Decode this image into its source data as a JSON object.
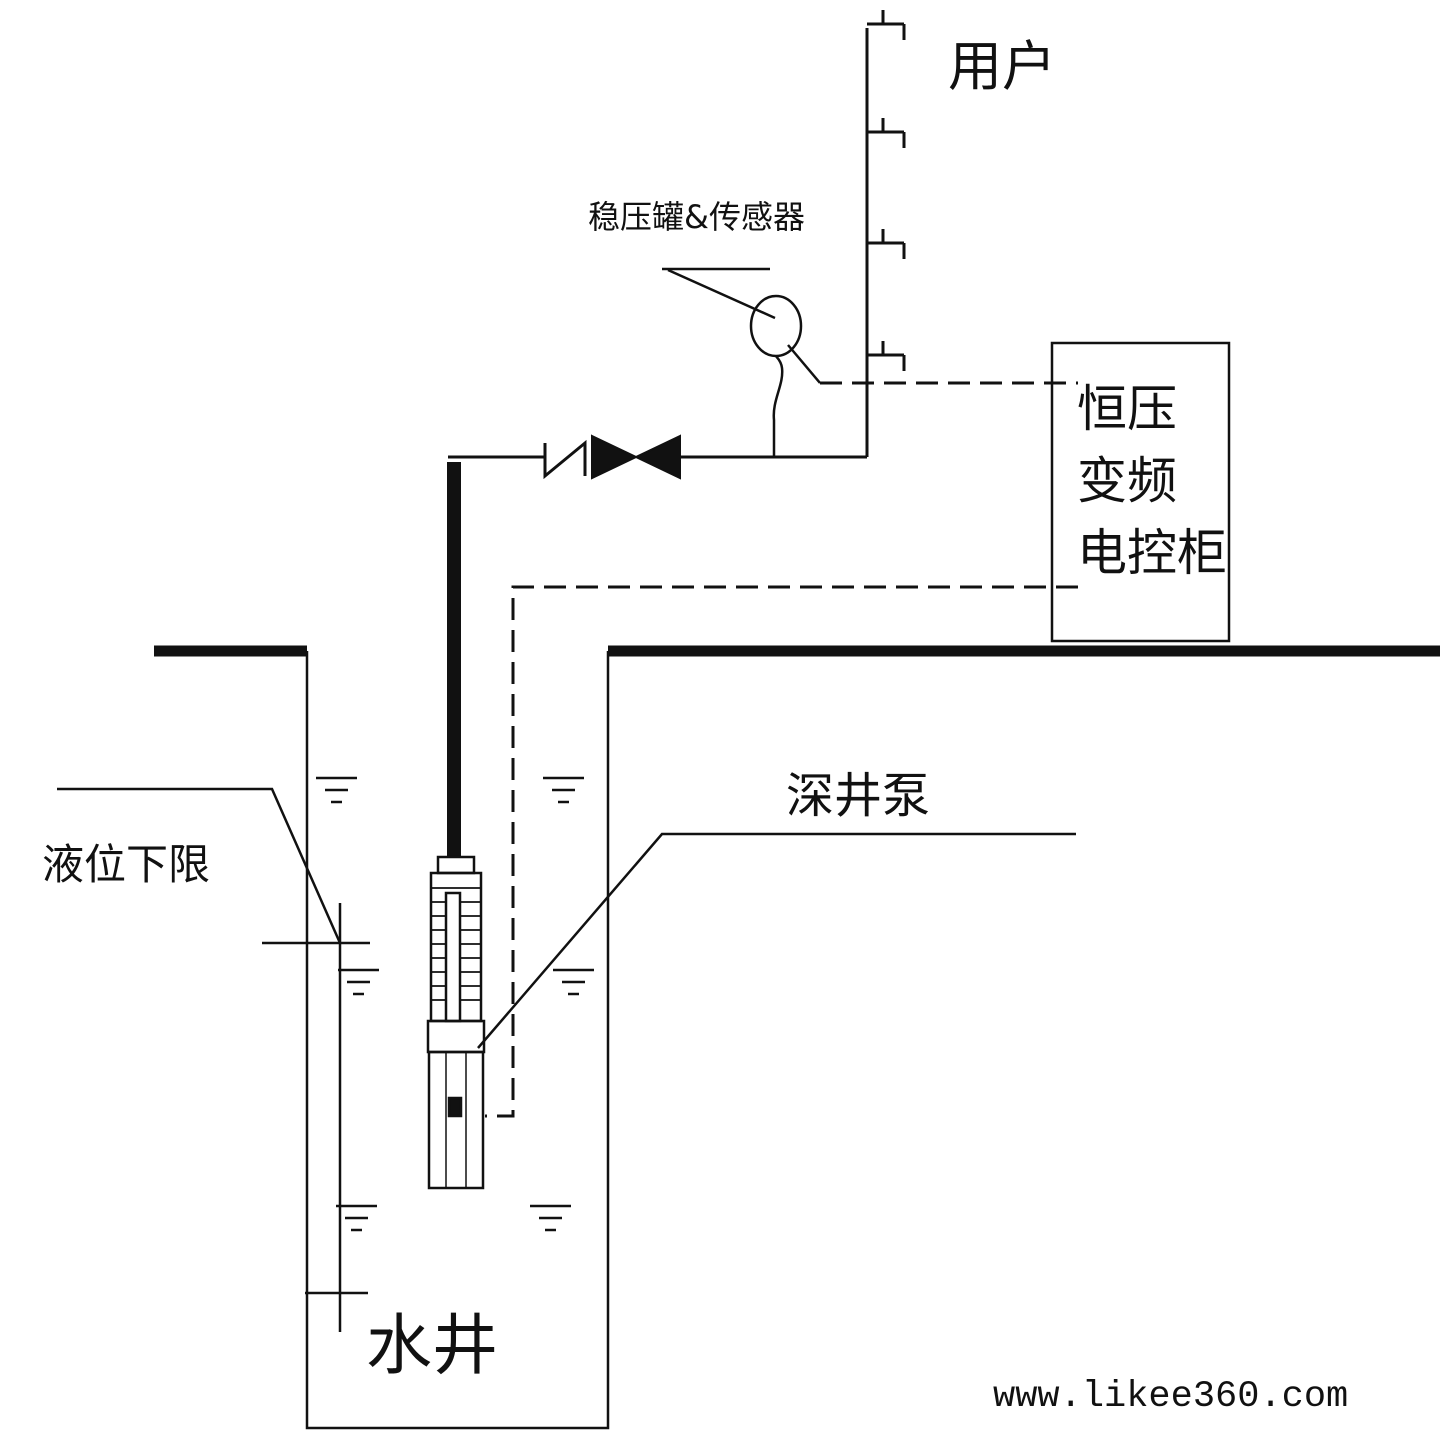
{
  "labels": {
    "user": "用户",
    "pressure_tank_sensor": "稳压罐&传感器",
    "cabinet_line1": "恒压",
    "cabinet_line2": "变频",
    "cabinet_line3": "电控柜",
    "deep_well_pump": "深井泵",
    "low_level_limit": "液位下限",
    "water_well": "水井",
    "website": "www.likee360.com"
  },
  "icons": {
    "faucet": "faucet-icon",
    "check_valve": "check-valve-icon",
    "gate_valve": "gate-valve-icon",
    "pressure_tank": "pressure-tank-icon",
    "water_level": "water-level-icon",
    "pump": "submersible-pump-icon"
  },
  "colors": {
    "line": "#111111",
    "background": "#ffffff"
  }
}
